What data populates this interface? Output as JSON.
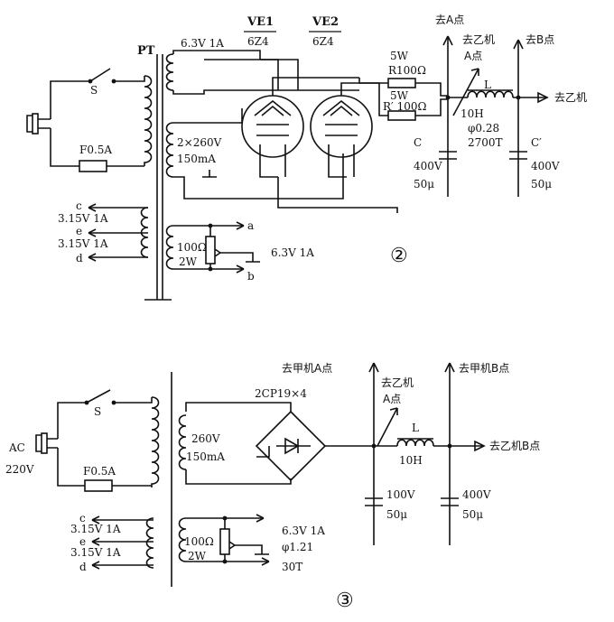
{
  "diagram2": {
    "transformer": "PT",
    "tube1_name": "VE1",
    "tube1_type": "6Z4",
    "tube2_name": "VE2",
    "tube2_type": "6Z4",
    "heater": "6.3V 1A",
    "switch": "S",
    "fuse": "F0.5A",
    "hv_winding": "2×260V",
    "hv_current": "150mA",
    "tap_c": "c",
    "tap_e": "e",
    "tap_d": "d",
    "aux1": "3.15V 1A",
    "aux2": "3.15V 1A",
    "pot_r": "100Ω",
    "pot_w": "2W",
    "tap_a": "a",
    "tap_b": "b",
    "heater_out": "6.3V 1A",
    "r1_power": "5W",
    "r1": "R100Ω",
    "r2_power": "5W",
    "r2": "R′ 100Ω",
    "to_a": "去A点",
    "to_yi_a_1": "去乙机",
    "to_yi_a_2": "A点",
    "to_b": "去B点",
    "to_yi": "去乙机",
    "choke": "L",
    "choke_ind": "10H",
    "choke_wire": "φ0.28",
    "choke_turns": "2700T",
    "cap_c": "C",
    "cap_c_v": "400V",
    "cap_c_f": "50μ",
    "cap_c2": "C′",
    "cap_c2_v": "400V",
    "cap_c2_f": "50μ",
    "number": "②"
  },
  "diagram3": {
    "ac": "AC",
    "ac_v": "220V",
    "switch": "S",
    "fuse": "F0.5A",
    "tap_c": "c",
    "tap_e": "e",
    "tap_d": "d",
    "aux1": "3.15V 1A",
    "aux2": "3.15V 1A",
    "bridge": "2CP19×4",
    "hv_v": "260V",
    "hv_i": "150mA",
    "pot_r": "100Ω",
    "pot_w": "2W",
    "heater": "6.3V 1A",
    "wire": "φ1.21",
    "turns": "30T",
    "to_jia_a": "去甲机A点",
    "to_yi_a_1": "去乙机",
    "to_yi_a_2": "A点",
    "to_jia_b": "去甲机B点",
    "to_yi_b": "去乙机B点",
    "choke": "L",
    "choke_ind": "10H",
    "cap1_v": "100V",
    "cap1_f": "50μ",
    "cap2_v": "400V",
    "cap2_f": "50μ",
    "number": "③"
  }
}
